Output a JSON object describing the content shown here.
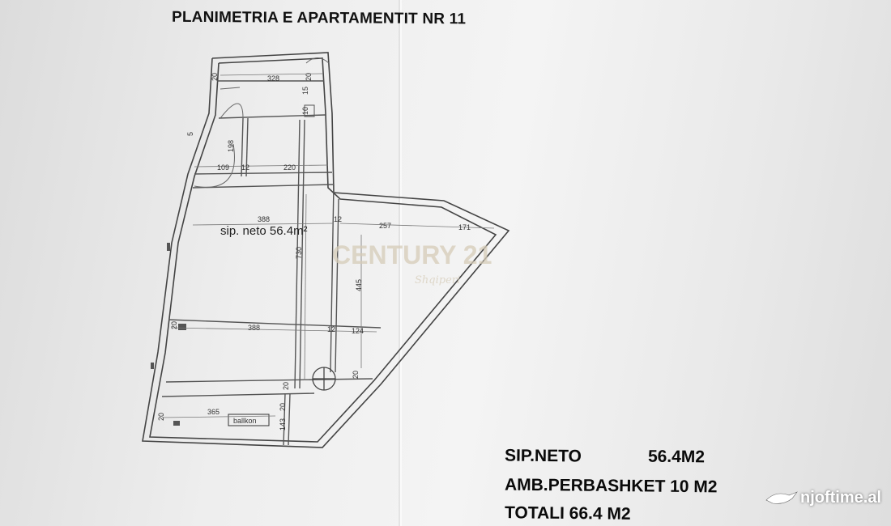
{
  "title": "PLANIMETRIA E APARTAMENTIT NR 11",
  "plan": {
    "area_label": "sip. neto 56.4m²",
    "balcony_label": "ballkon",
    "dimensions": {
      "d328": "328",
      "d20a": "20",
      "d20b": "20",
      "d15": "15",
      "d10": "10",
      "d5": "5",
      "d198": "198",
      "d109": "109",
      "d12a": "12",
      "d220": "220",
      "d388a": "388",
      "d12b": "12",
      "d257": "257",
      "d171": "171",
      "d730": "730",
      "d445": "445",
      "d388b": "388",
      "d12c": "12",
      "d124": "124",
      "d20c": "20",
      "d20d": "20",
      "d20e": "20",
      "d20f": "20",
      "d365": "365",
      "d143": "143",
      "d20g": "20"
    }
  },
  "watermark": {
    "brand": "CENTURY 21",
    "sub": "Shqiperi"
  },
  "summary": {
    "neto_label": "SIP.NETO",
    "neto_value": "56.4M2",
    "amb_label": "AMB.PERBASHKET 10 M2",
    "total_label": "TOTALI 66.4 M2"
  },
  "site": {
    "name": "njoftime.al",
    "logo_icon": "bird-icon"
  }
}
